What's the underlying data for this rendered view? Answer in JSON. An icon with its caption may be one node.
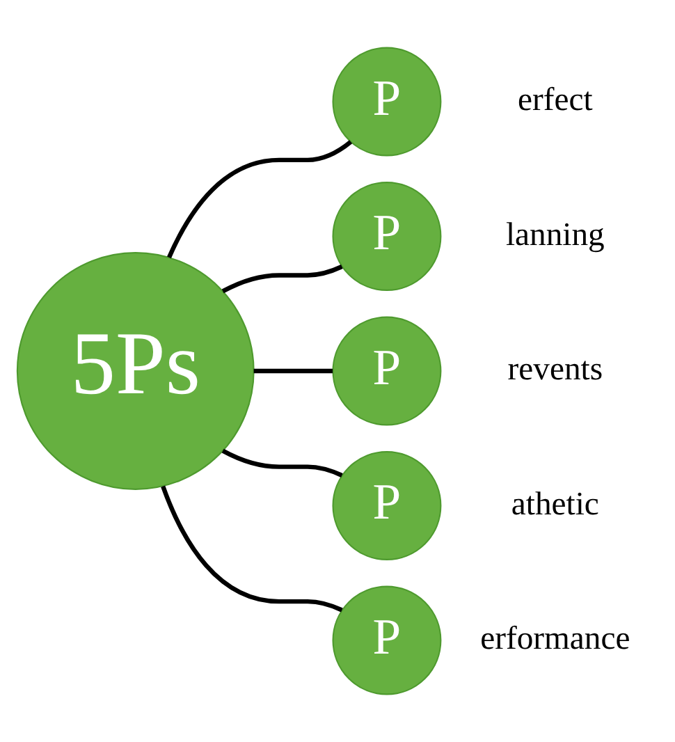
{
  "diagram": {
    "nodes": [
      {
        "text": [
          "5Ps"
        ]
      },
      {
        "text": [
          "P"
        ],
        "beside": [
          "erfect"
        ]
      },
      {
        "text": [
          "P"
        ],
        "beside": [
          "lanning"
        ]
      },
      {
        "text": [
          "P"
        ],
        "beside": [
          "revents"
        ]
      },
      {
        "text": [
          "P"
        ],
        "beside": [
          "athetic"
        ]
      },
      {
        "text": [
          "P"
        ],
        "beside": [
          "erformance"
        ]
      }
    ],
    "edges": [
      {
        "from": 0,
        "to": 1,
        "arrow": "none"
      },
      {
        "from": 0,
        "to": 2,
        "arrow": "none"
      },
      {
        "from": 0,
        "to": 3,
        "arrow": "none"
      },
      {
        "from": 0,
        "to": 4,
        "arrow": "none"
      },
      {
        "from": 0,
        "to": 5,
        "arrow": "none"
      }
    ]
  }
}
